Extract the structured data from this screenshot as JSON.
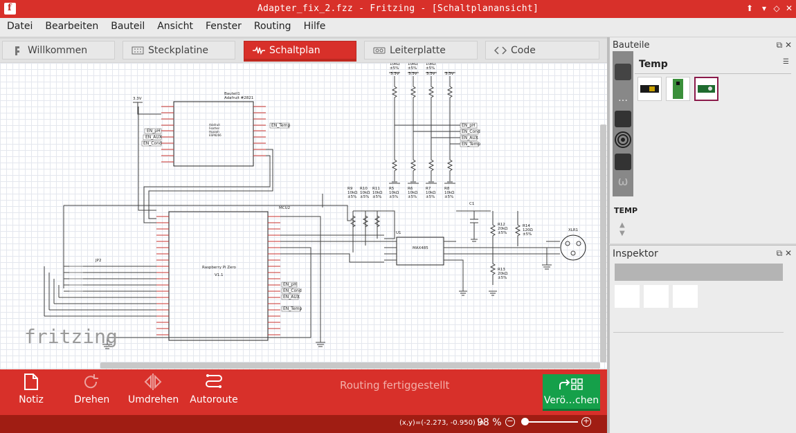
{
  "window": {
    "title": "Adapter_fix_2.fzz - Fritzing - [Schaltplanansicht]"
  },
  "menu": [
    "Datei",
    "Bearbeiten",
    "Bauteil",
    "Ansicht",
    "Fenster",
    "Routing",
    "Hilfe"
  ],
  "tabs": [
    {
      "label": "Willkommen",
      "icon": "fritzing-f-icon"
    },
    {
      "label": "Steckplatine",
      "icon": "breadboard-icon"
    },
    {
      "label": "Schaltplan",
      "icon": "schematic-wave-icon",
      "active": true
    },
    {
      "label": "Leiterplatte",
      "icon": "pcb-icon"
    },
    {
      "label": "Code",
      "icon": "code-brackets-icon"
    }
  ],
  "schematic": {
    "adafruit": {
      "title1": "Bauteil1",
      "title2": "Adafruit #2821",
      "body": [
        "Adafruit",
        "Feather",
        "Huzzah",
        "ESP8266"
      ]
    },
    "rpi": {
      "ref": "MCU2",
      "name": "Raspberry Pi Zero",
      "ver": "V1.1"
    },
    "jp2": "JP2",
    "u1": "U1",
    "max": "MAX485",
    "c1": "C1",
    "xlr": "XLR1",
    "v33": "3.3V",
    "en": [
      "EN_pH",
      "EN_AUX",
      "EN_Cond",
      "EN_Temp"
    ],
    "res_top": [
      [
        "R5",
        "10kΩ",
        "±5%"
      ],
      [
        "R6",
        "10kΩ",
        "±5%"
      ],
      [
        "R7",
        "10kΩ",
        "±5%"
      ],
      [
        "R8",
        "10kΩ",
        "±5%"
      ]
    ],
    "res_left": [
      [
        "R9",
        "10kΩ",
        "±5%"
      ],
      [
        "R10",
        "10kΩ",
        "±5%"
      ],
      [
        "R11",
        "10kΩ",
        "±5%"
      ]
    ],
    "r12": [
      "R12",
      "20kΩ",
      "±5%"
    ],
    "r13": [
      "R13",
      "20kΩ",
      "±5%"
    ],
    "r14": [
      "R14",
      "120Ω",
      "±5%"
    ],
    "watermark": "fritzing"
  },
  "toolbar": {
    "note": "Notiz",
    "rotate": "Drehen",
    "flip": "Umdrehen",
    "autoroute": "Autoroute",
    "status": "Routing fertiggestellt",
    "publish": "Verö…chen"
  },
  "statusbar": {
    "coords": "(x,y)=(-2.273, -0.950) in",
    "zoom": "98 %"
  },
  "parts_panel": {
    "header": "Bauteile",
    "bin": "Temp",
    "bin_label": "TEMP"
  },
  "inspector": {
    "header": "Inspektor"
  }
}
